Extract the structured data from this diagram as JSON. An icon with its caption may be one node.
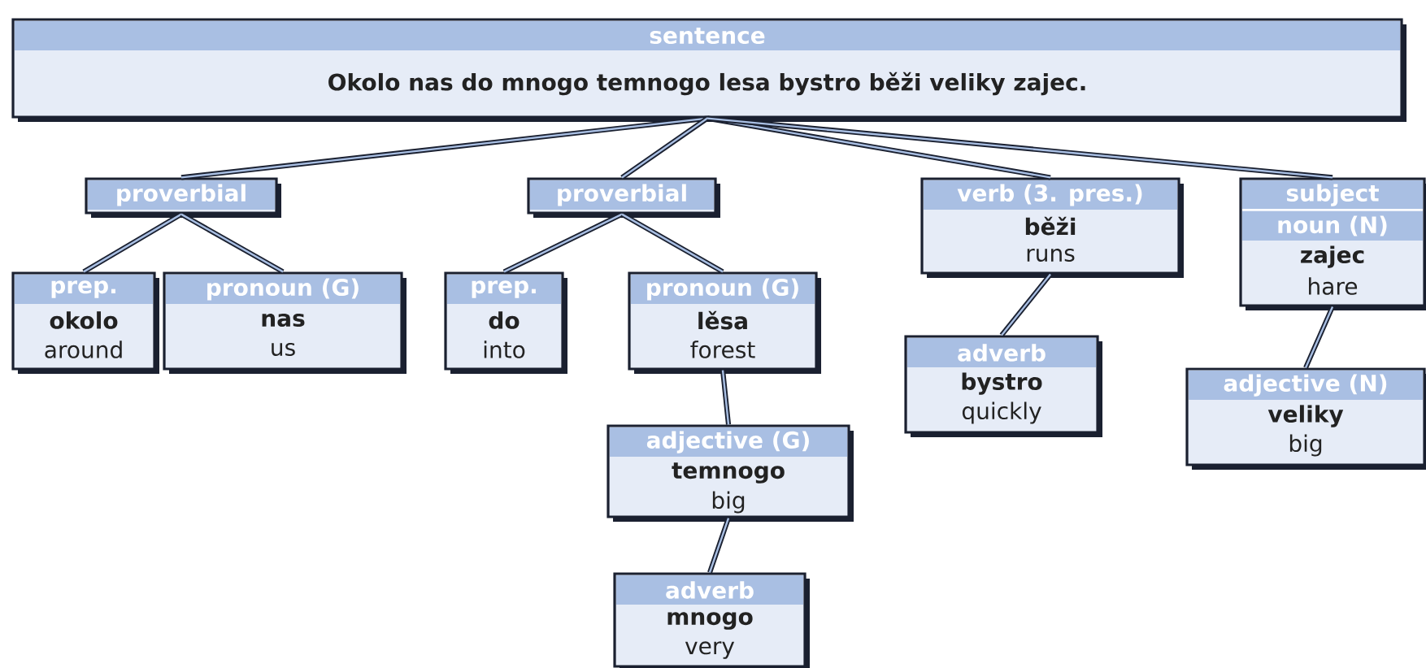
{
  "diagram": {
    "nodes": [
      {
        "text": [
          "sentence",
          "Okolo nas do mnogo temnogo lesa bystro běži veliky zajec."
        ]
      },
      {
        "text": [
          "proverbial"
        ]
      },
      {
        "text": [
          "proverbial"
        ]
      },
      {
        "text": [
          "verb (3. pres.)",
          "běži",
          "runs"
        ]
      },
      {
        "text": [
          "subject",
          "noun (N)",
          "zajec",
          "hare"
        ]
      },
      {
        "text": [
          "prep.",
          "okolo",
          "around"
        ]
      },
      {
        "text": [
          "pronoun (G)",
          "nas",
          "us"
        ]
      },
      {
        "text": [
          "prep.",
          "do",
          "into"
        ]
      },
      {
        "text": [
          "pronoun (G)",
          "lěsa",
          "forest"
        ]
      },
      {
        "text": [
          "adverb",
          "bystro",
          "quickly"
        ]
      },
      {
        "text": [
          "adjective (N)",
          "veliky",
          "big"
        ]
      },
      {
        "text": [
          "adjective (G)",
          "temnogo",
          "big"
        ]
      },
      {
        "text": [
          "adverb",
          "mnogo",
          "very"
        ]
      }
    ],
    "edges": [
      {
        "from": 0,
        "to": 1,
        "arrow": "none"
      },
      {
        "from": 0,
        "to": 2,
        "arrow": "none"
      },
      {
        "from": 0,
        "to": 3,
        "arrow": "none"
      },
      {
        "from": 0,
        "to": 4,
        "arrow": "none"
      },
      {
        "from": 1,
        "to": 5,
        "arrow": "none"
      },
      {
        "from": 1,
        "to": 6,
        "arrow": "none"
      },
      {
        "from": 2,
        "to": 7,
        "arrow": "none"
      },
      {
        "from": 2,
        "to": 8,
        "arrow": "none"
      },
      {
        "from": 8,
        "to": 11,
        "arrow": "none"
      },
      {
        "from": 11,
        "to": 12,
        "arrow": "none"
      },
      {
        "from": 3,
        "to": 9,
        "arrow": "none"
      },
      {
        "from": 4,
        "to": 10,
        "arrow": "none"
      }
    ]
  }
}
